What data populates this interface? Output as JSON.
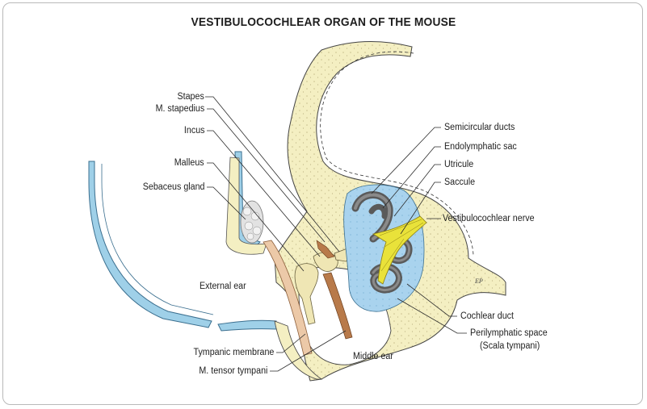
{
  "title": "VESTIBULOCOCHLEAR ORGAN OF THE MOUSE",
  "labels": {
    "stapes": "Stapes",
    "m_stapedius": "M. stapedius",
    "incus": "Incus",
    "malleus": "Malleus",
    "sebaceus_gland": "Sebaceus gland",
    "external_ear": "External ear",
    "tympanic_membrane": "Tympanic membrane",
    "m_tensor_tympani": "M. tensor tympani",
    "middle_ear": "Middle ear",
    "semicircular_ducts": "Semicircular ducts",
    "endolymphatic_sac": "Endolymphatic sac",
    "utricule": "Utricule",
    "saccule": "Saccule",
    "vestibulocochlear_nerve": "Vestibulocochlear nerve",
    "cochlear_duct": "Cochlear duct",
    "perilymphatic_space": "Perilymphatic space",
    "scala_tympani": "(Scala tympani)",
    "artist_signature": "EP"
  },
  "colors": {
    "bone": "#f4efc2",
    "bone_dots": "#c9c08e",
    "skin_blue": "#9fd0e8",
    "perilymph": "#a9d3ee",
    "nerve": "#e9e23a",
    "membrane": "#ecc9a8",
    "muscle": "#b87a4a",
    "ossicle": "#efe6b4",
    "duct": "#6f6f6f",
    "frame": "#b9b9b9"
  }
}
